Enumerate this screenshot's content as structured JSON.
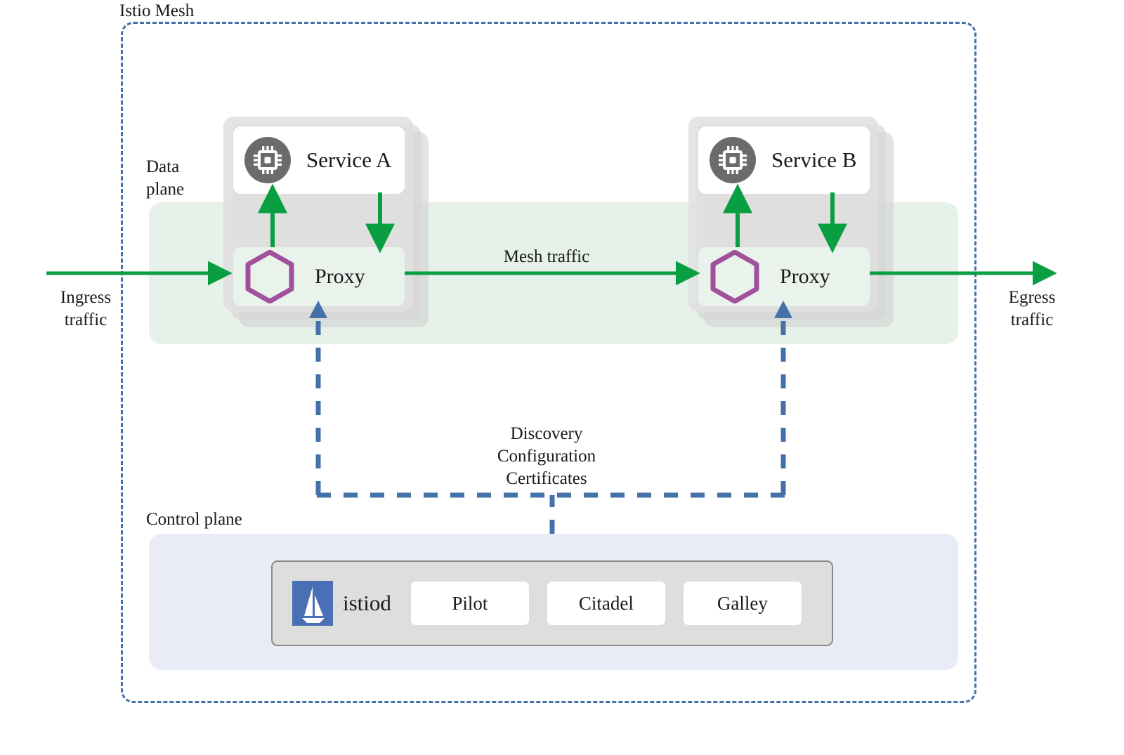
{
  "diagram": {
    "title": "Istio Mesh",
    "colors": {
      "mesh_border": "#4472a8",
      "traffic_arrow_green": "#0a9e43",
      "control_dashed_blue": "#4472a8",
      "data_plane_band": "#e6f1e9",
      "control_plane_band": "#e9ebf7",
      "pod_gray": "#dfdfdf",
      "proxy_card": "#e9f3ec",
      "envoy_hexagon": "#a0519c",
      "service_icon_circle": "#6b6b6b",
      "istio_logo_blue": "#4a6fb5"
    }
  },
  "planes": {
    "data_plane_label": "Data\nplane",
    "control_plane_label": "Control plane"
  },
  "traffic": {
    "ingress_label": "Ingress\ntraffic",
    "egress_label": "Egress\ntraffic",
    "mesh_label": "Mesh traffic"
  },
  "control_channel": {
    "label": "Discovery\nConfiguration\nCertificates"
  },
  "pods": [
    {
      "service_name": "Service A",
      "service_icon": "microchip-icon",
      "proxy_name": "Proxy",
      "proxy_icon": "envoy-hexagon-icon"
    },
    {
      "service_name": "Service B",
      "service_icon": "microchip-icon",
      "proxy_name": "Proxy",
      "proxy_icon": "envoy-hexagon-icon"
    }
  ],
  "control_plane": {
    "istiod_label": "istiod",
    "istiod_icon": "istio-sailboat-logo",
    "components": [
      {
        "label": "Pilot"
      },
      {
        "label": "Citadel"
      },
      {
        "label": "Galley"
      }
    ]
  }
}
